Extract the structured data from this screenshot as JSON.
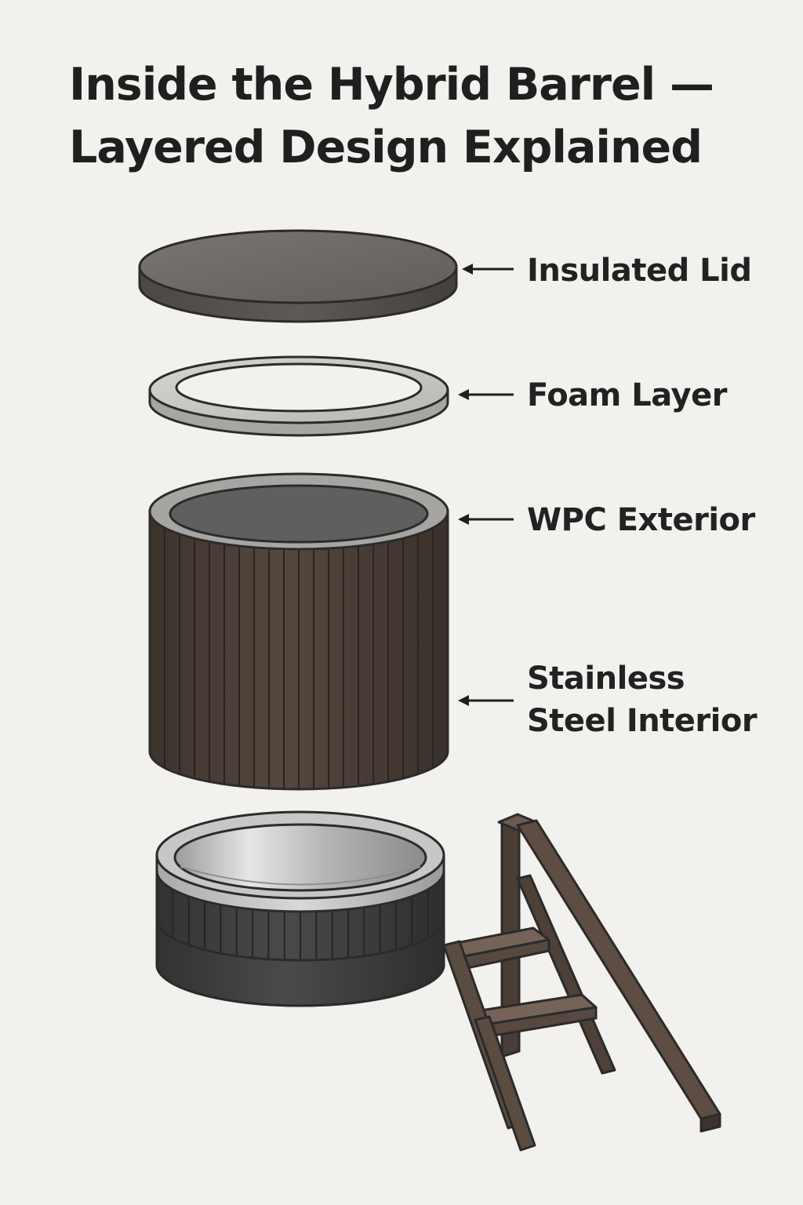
{
  "title": {
    "line1": "Inside the Hybrid Barrel —",
    "line2": "Layered Design Explained"
  },
  "labels": {
    "lid": "Insulated Lid",
    "foam": "Foam Layer",
    "wpc": "WPC Exterior",
    "steel_line1": "Stainless",
    "steel_line2": "Steel Interior"
  },
  "colors": {
    "background": "#f2f1ee",
    "outline": "#2b2b2b",
    "lid": "#6f6a66",
    "foam": "#c9c7c4",
    "wpc": "#4a3f38",
    "steel": "#bdbdbd",
    "barrel": "#3f3f3f",
    "ladder": "#5a4a41"
  }
}
